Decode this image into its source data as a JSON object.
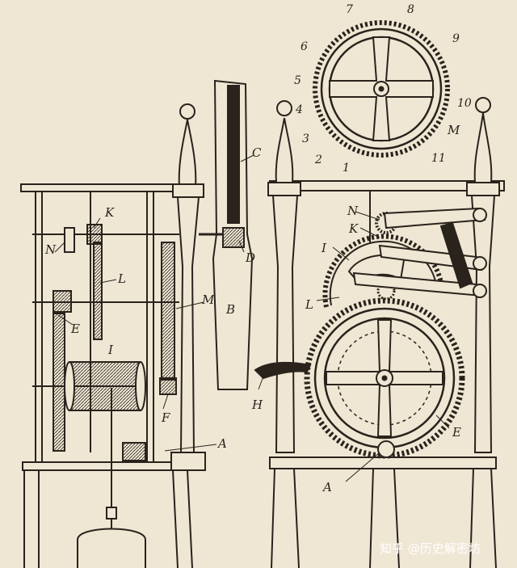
{
  "labels_left": [
    "K",
    "N",
    "L",
    "M",
    "E",
    "I",
    "F",
    "A"
  ],
  "labels_center": [
    "C",
    "D",
    "B",
    "H"
  ],
  "labels_right": [
    "N",
    "K",
    "I",
    "L",
    "E",
    "A"
  ],
  "dial_numbers": [
    "1",
    "2",
    "3",
    "4",
    "5",
    "6",
    "7",
    "8",
    "9",
    "10",
    "11"
  ],
  "dial_extra_label": "M",
  "watermark": "知乎 @历史解密坊",
  "colors": {
    "paper": "#efe6d4",
    "ink": "#2a231c"
  }
}
